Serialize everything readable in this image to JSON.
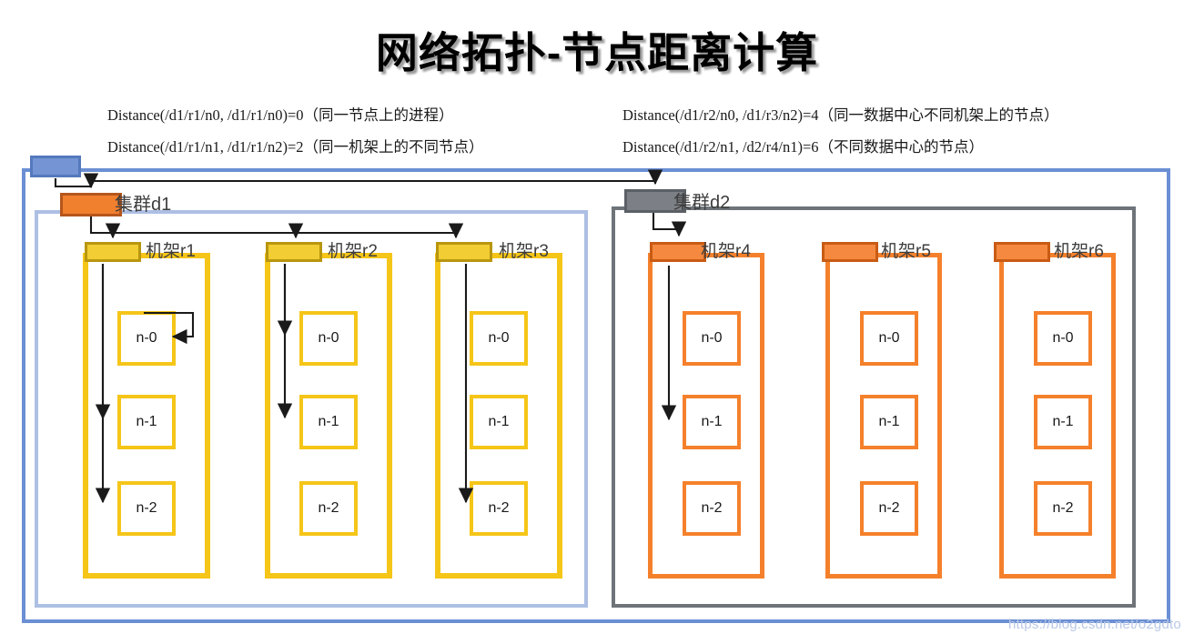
{
  "page": {
    "title": "网络拓扑-节点距离计算",
    "watermark": "https://blog.csdn.net/o2gdto"
  },
  "formulas": {
    "left": [
      "Distance(/d1/r1/n0, /d1/r1/n0)=0（同一节点上的进程）",
      "Distance(/d1/r1/n1, /d1/r1/n2)=2（同一机架上的不同节点）"
    ],
    "right": [
      "Distance(/d1/r2/n0, /d1/r3/n2)=4（同一数据中心不同机架上的节点）",
      "Distance(/d1/r2/n1, /d2/r4/n1)=6（不同数据中心的节点）"
    ]
  },
  "topology": {
    "root_label": "",
    "clusters": [
      {
        "id": "d1",
        "label": "集群d1",
        "color": "#f07f2e",
        "border_color": "#adbfe3",
        "racks": [
          {
            "id": "r1",
            "label": "机架r1",
            "nodes": [
              "n-0",
              "n-1",
              "n-2"
            ]
          },
          {
            "id": "r2",
            "label": "机架r2",
            "nodes": [
              "n-0",
              "n-1",
              "n-2"
            ]
          },
          {
            "id": "r3",
            "label": "机架r3",
            "nodes": [
              "n-0",
              "n-1",
              "n-2"
            ]
          }
        ]
      },
      {
        "id": "d2",
        "label": "集群d2",
        "color": "#7c8086",
        "border_color": "#6e7479",
        "racks": [
          {
            "id": "r4",
            "label": "机架r4",
            "nodes": [
              "n-0",
              "n-1",
              "n-2"
            ]
          },
          {
            "id": "r5",
            "label": "机架r5",
            "nodes": [
              "n-0",
              "n-1",
              "n-2"
            ]
          },
          {
            "id": "r6",
            "label": "机架r6",
            "nodes": [
              "n-0",
              "n-1",
              "n-2"
            ]
          }
        ]
      }
    ]
  },
  "colors": {
    "root_blue": "#7494d4",
    "outer_frame_blue": "#6b8fd4",
    "cluster_d1_frame": "#adbfe3",
    "cluster_d2_frame": "#6e7479",
    "rack_yellow": "#f5c518",
    "rack_orange": "#f5802b",
    "title_black": "#000000"
  }
}
